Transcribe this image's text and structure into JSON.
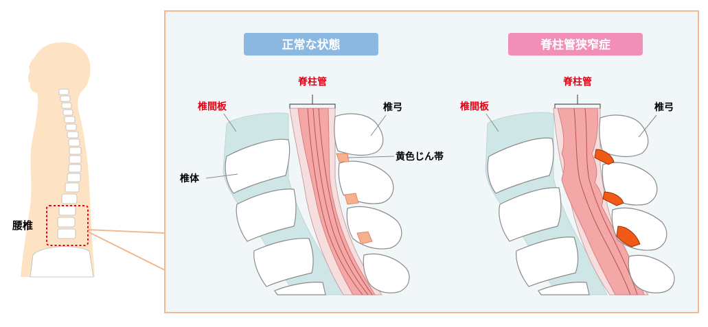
{
  "titles": {
    "normal": "正常な状態",
    "stenosis": "脊柱管狭窄症"
  },
  "labels": {
    "lumbar": "腰椎",
    "vertebral_body": "椎体",
    "normal": {
      "disc": "椎間板",
      "canal": "脊柱管",
      "lamina": "椎弓",
      "ligament": "黄色じん帯"
    },
    "stenosis": {
      "disc": "椎間板",
      "canal": "脊柱管",
      "lamina": "椎弓"
    }
  },
  "colors": {
    "frame_border": "#f2b990",
    "panel_bg": "#f1f6f9",
    "normal_title_bg": "#8ab8e0",
    "stenosis_title_bg": "#f28fb8",
    "red_label": "#e60012",
    "body_skin": "#fde3c4",
    "disc": "#cfe6e6",
    "canal": "#f4a7a7",
    "ligament_normal": "#f5b08e",
    "ligament_thick": "#f05a16"
  }
}
